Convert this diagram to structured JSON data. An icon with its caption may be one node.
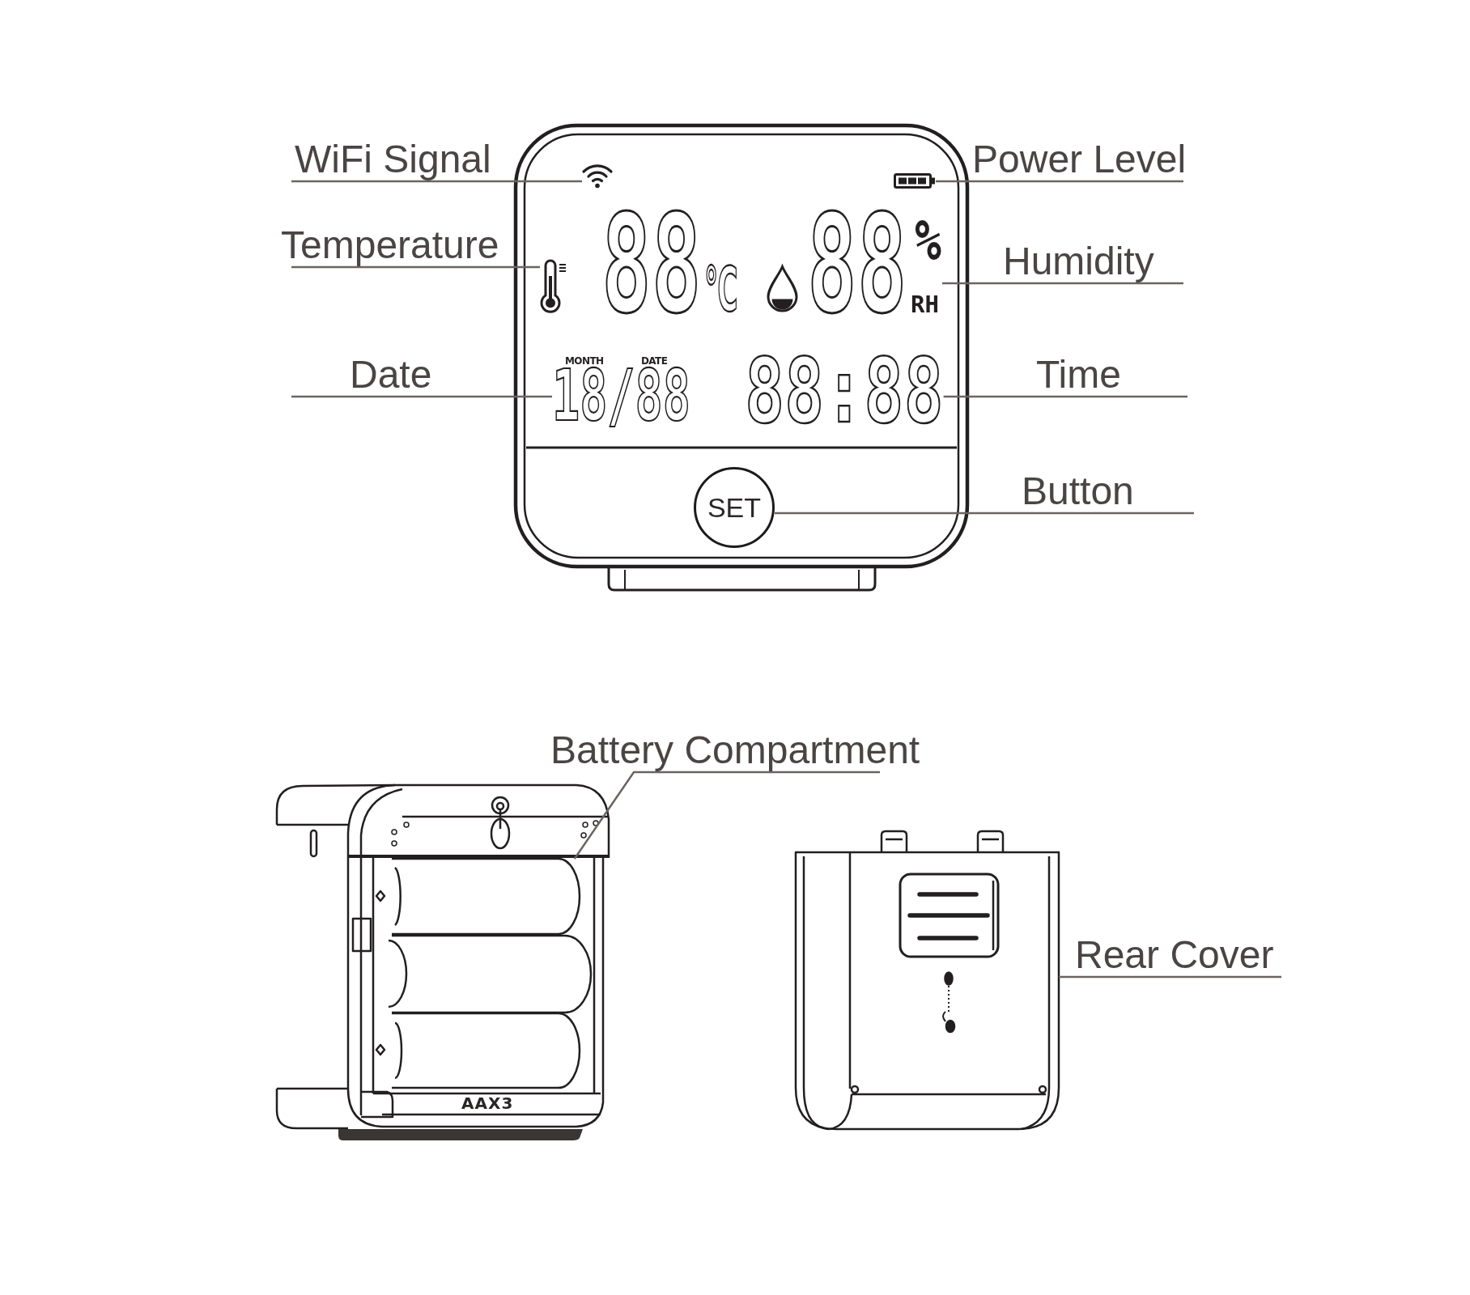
{
  "diagram": {
    "nodes": [
      {
        "text": [
          "WiFi Signal"
        ]
      },
      {
        "text": [],
        "shape": "picture"
      },
      {
        "text": [],
        "shape": "picture"
      },
      {
        "text": [
          "Power Level"
        ]
      },
      {
        "text": [
          "Temperature"
        ]
      },
      {
        "text": [],
        "shape": "picture"
      },
      {
        "text": [
          "88",
          "%",
          "RH"
        ]
      },
      {
        "text": [
          "Humidity"
        ]
      },
      {
        "text": [
          "Date"
        ]
      },
      {
        "text": [
          "MONTH",
          "DATE",
          "18/88"
        ]
      },
      {
        "text": [
          "88:88"
        ]
      },
      {
        "text": [
          "Time"
        ]
      },
      {
        "text": [
          "SET"
        ]
      },
      {
        "text": [
          "Button"
        ]
      },
      {
        "text": [
          "Battery Compartment"
        ]
      },
      {
        "text": [],
        "shape": "picture"
      },
      {
        "text": [],
        "shape": "picture"
      },
      {
        "text": [
          "Rear Cover"
        ]
      }
    ],
    "edges": [
      {
        "from": 0,
        "to": 1,
        "arrow": "none"
      },
      {
        "from": 3,
        "to": 2,
        "arrow": "none"
      },
      {
        "from": 4,
        "to": 5,
        "arrow": "none"
      },
      {
        "from": 7,
        "to": 6,
        "arrow": "none"
      },
      {
        "from": 8,
        "to": 9,
        "arrow": "none"
      },
      {
        "from": 11,
        "to": 10,
        "arrow": "none"
      },
      {
        "from": 13,
        "to": 12,
        "arrow": "none"
      },
      {
        "from": 14,
        "to": 15,
        "arrow": "none"
      },
      {
        "from": 17,
        "to": 16,
        "arrow": "none"
      }
    ],
    "labels": [
      "88",
      "℃",
      "AAX3"
    ]
  }
}
